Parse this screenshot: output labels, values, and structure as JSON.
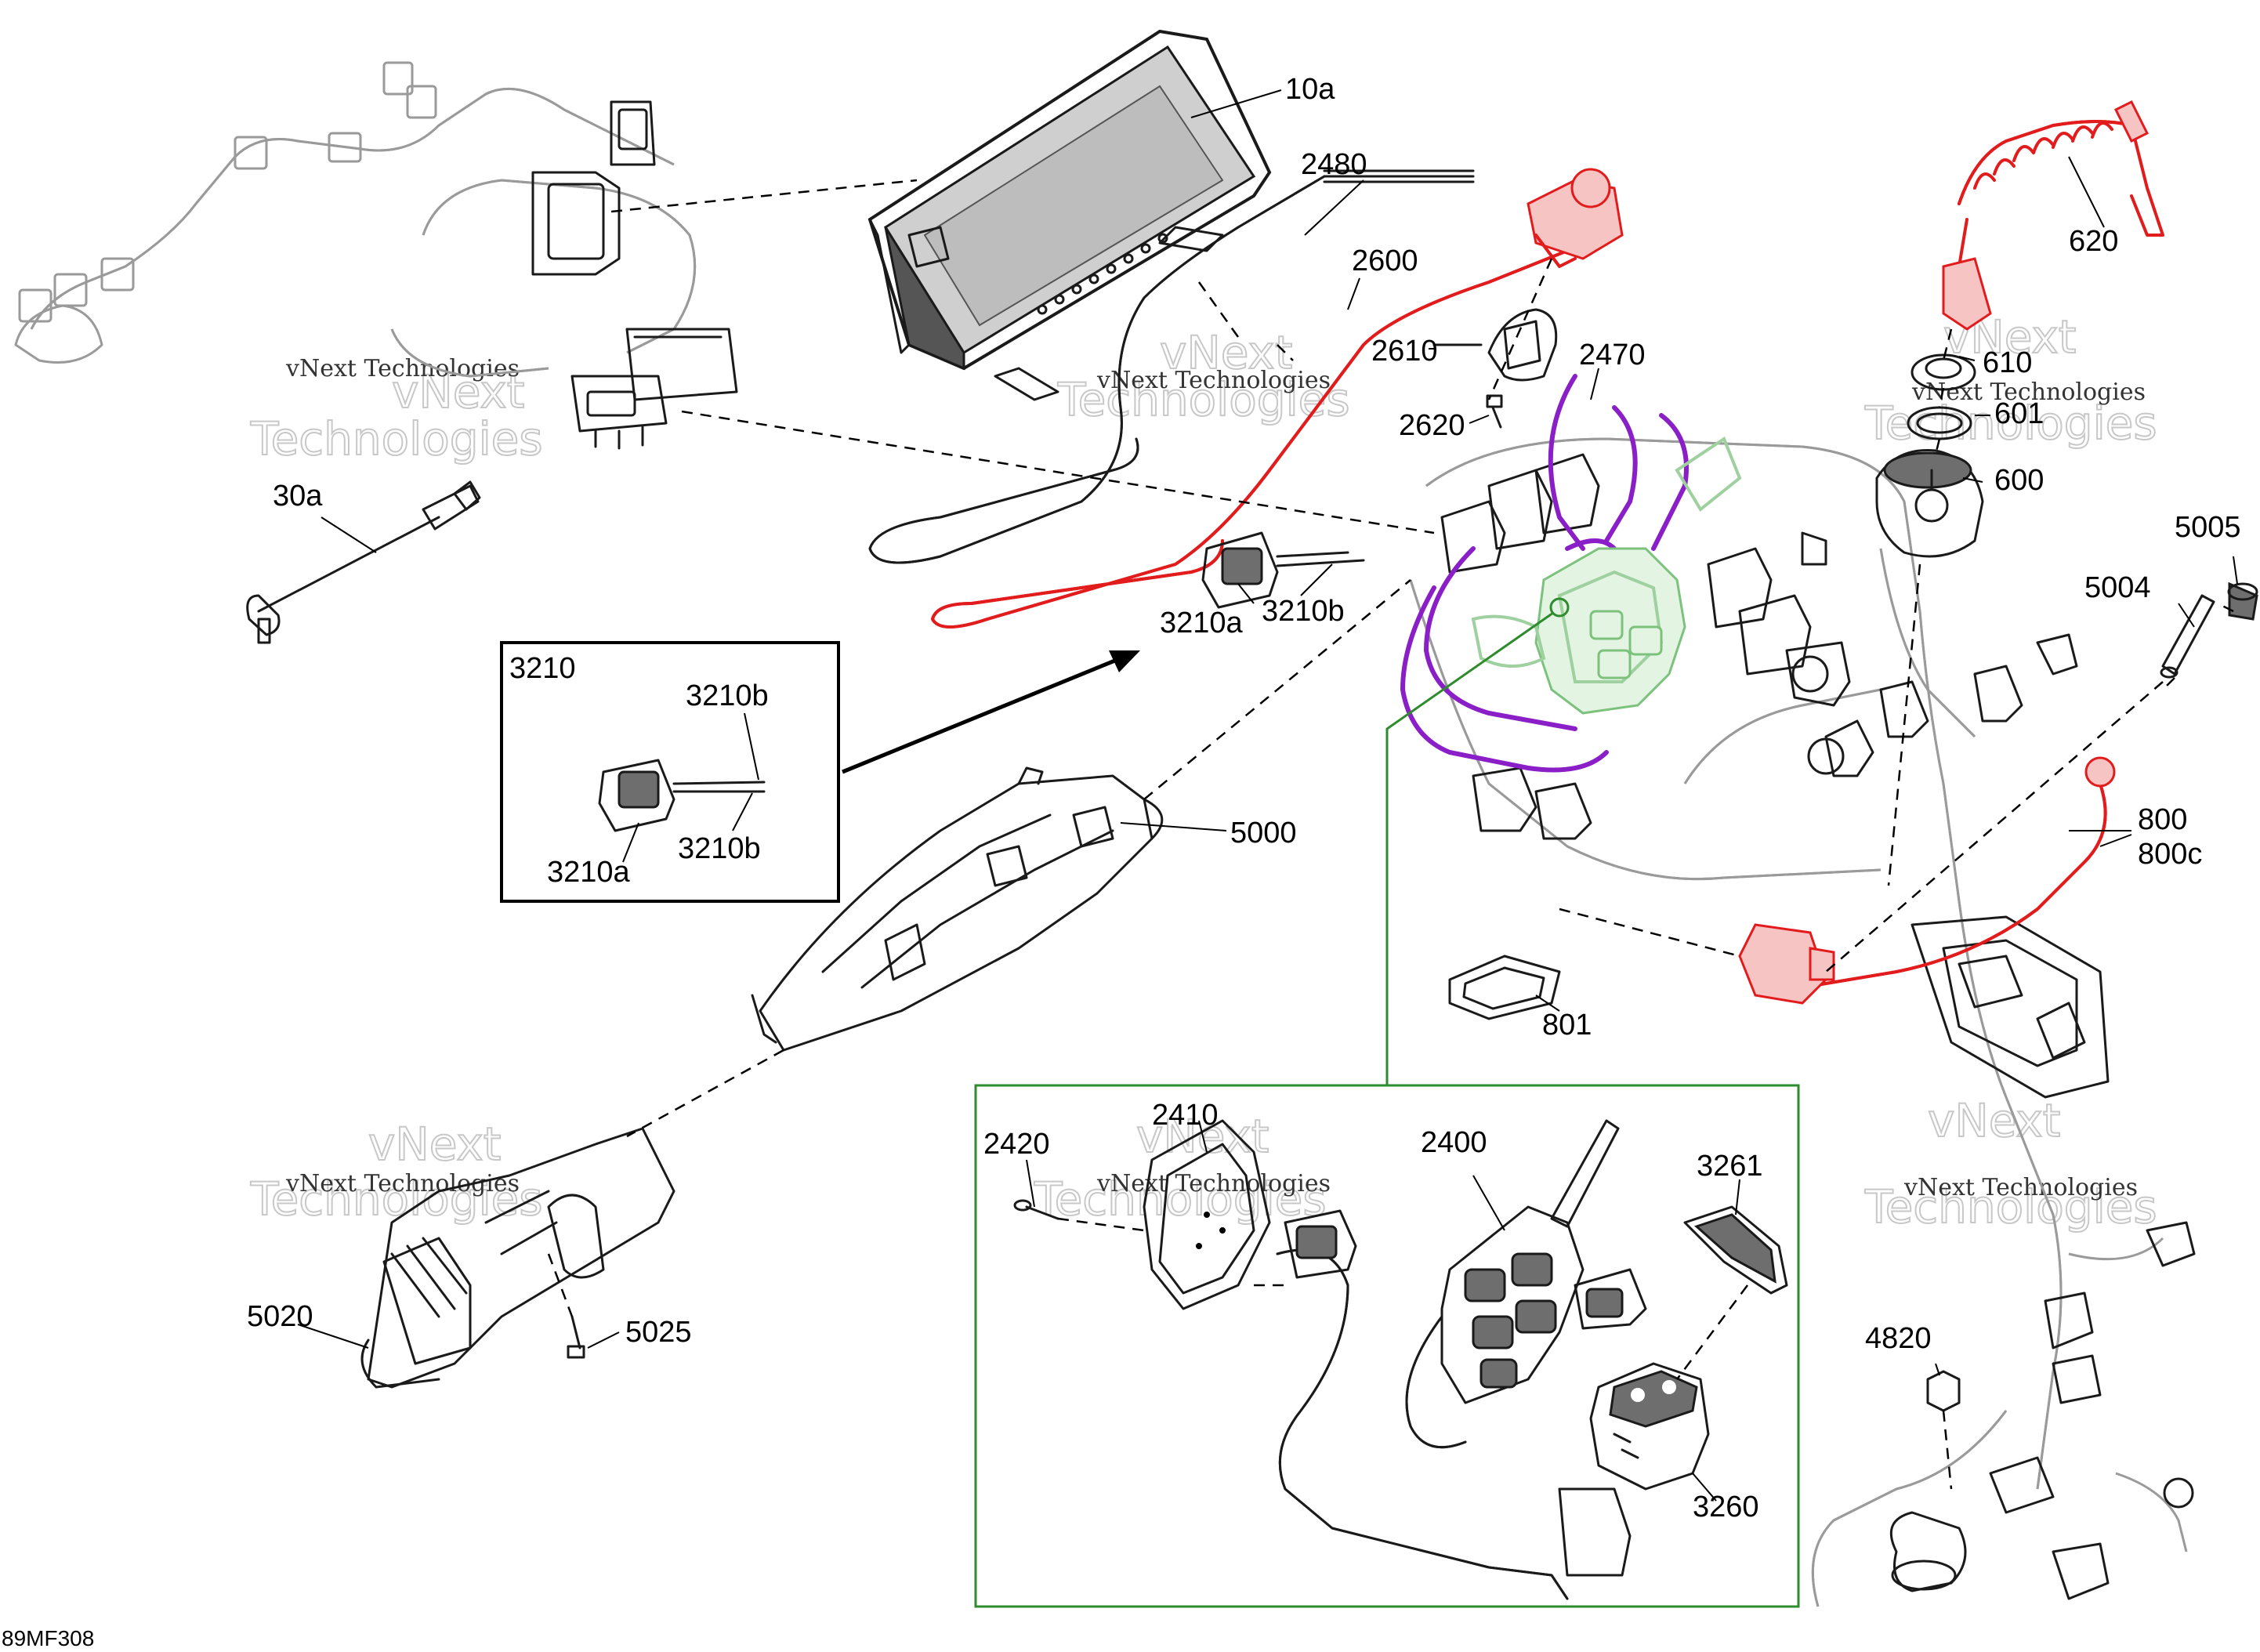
{
  "labels": {
    "p10a": "10a",
    "p2480": "2480",
    "p2600": "2600",
    "p2610": "2610",
    "p2620": "2620",
    "p2470": "2470",
    "p620": "620",
    "p610": "610",
    "p601": "601",
    "p600": "600",
    "p30a": "30a",
    "p3210": "3210",
    "p3210b_a": "3210b",
    "p3210b_b": "3210b",
    "p3210a": "3210a",
    "p3210a_main": "3210a",
    "p3210b_main": "3210b",
    "p5000": "5000",
    "p5004": "5004",
    "p5005": "5005",
    "p800": "800",
    "p800c": "800c",
    "p801": "801",
    "p2410": "2410",
    "p2420": "2420",
    "p2400": "2400",
    "p3261": "3261",
    "p3260": "3260",
    "p4820": "4820",
    "p5020": "5020",
    "p5025": "5025"
  },
  "watermark": {
    "line1": "vNext Technologies",
    "line2a": "vNext",
    "line2b": "Technologies"
  },
  "drawing_code": "89MF308",
  "colors": {
    "highlight_red": "#e21c1c",
    "highlight_purple": "#8a1fc7",
    "highlight_green": "#7cc27c",
    "inset_border_green": "#2e8b2e",
    "line": "#1a1a1a"
  }
}
